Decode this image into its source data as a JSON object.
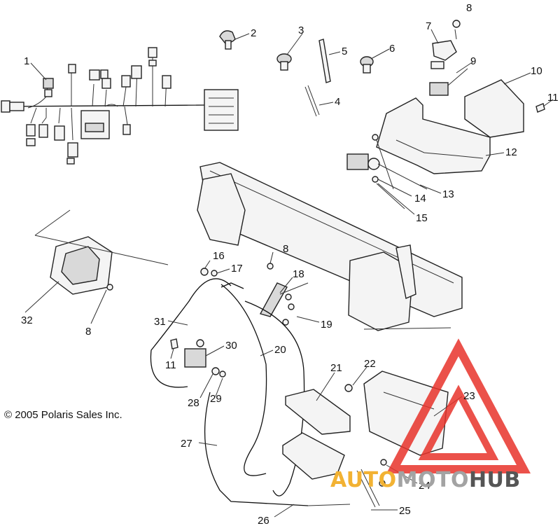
{
  "diagram": {
    "copyright": "© 2005 Polaris Sales Inc.",
    "callouts": [
      {
        "id": "c1",
        "label": "1"
      },
      {
        "id": "c2",
        "label": "2"
      },
      {
        "id": "c3",
        "label": "3"
      },
      {
        "id": "c4",
        "label": "4"
      },
      {
        "id": "c5",
        "label": "5"
      },
      {
        "id": "c6",
        "label": "6"
      },
      {
        "id": "c7",
        "label": "7"
      },
      {
        "id": "c8a",
        "label": "8"
      },
      {
        "id": "c9",
        "label": "9"
      },
      {
        "id": "c10",
        "label": "10"
      },
      {
        "id": "c11a",
        "label": "11"
      },
      {
        "id": "c12",
        "label": "12"
      },
      {
        "id": "c13",
        "label": "13"
      },
      {
        "id": "c14",
        "label": "14"
      },
      {
        "id": "c15",
        "label": "15"
      },
      {
        "id": "c16",
        "label": "16"
      },
      {
        "id": "c17",
        "label": "17"
      },
      {
        "id": "c8b",
        "label": "8"
      },
      {
        "id": "c18",
        "label": "18"
      },
      {
        "id": "c19",
        "label": "19"
      },
      {
        "id": "c32",
        "label": "32"
      },
      {
        "id": "c8c",
        "label": "8"
      },
      {
        "id": "c31",
        "label": "31"
      },
      {
        "id": "c30",
        "label": "30"
      },
      {
        "id": "c20",
        "label": "20"
      },
      {
        "id": "c11b",
        "label": "11"
      },
      {
        "id": "c21",
        "label": "21"
      },
      {
        "id": "c22",
        "label": "22"
      },
      {
        "id": "c23",
        "label": "23"
      },
      {
        "id": "c28",
        "label": "28"
      },
      {
        "id": "c29",
        "label": "29"
      },
      {
        "id": "c27",
        "label": "27"
      },
      {
        "id": "c24",
        "label": "24"
      },
      {
        "id": "c25",
        "label": "25"
      },
      {
        "id": "c26",
        "label": "26"
      }
    ]
  },
  "watermark": {
    "part1": "AUTO",
    "part2": "MOTO",
    "part3": "HUB",
    "colors": {
      "triangle": "#e8332b",
      "auto": "#f2b233",
      "moto": "#a3a3a3",
      "hub": "#555555"
    }
  }
}
